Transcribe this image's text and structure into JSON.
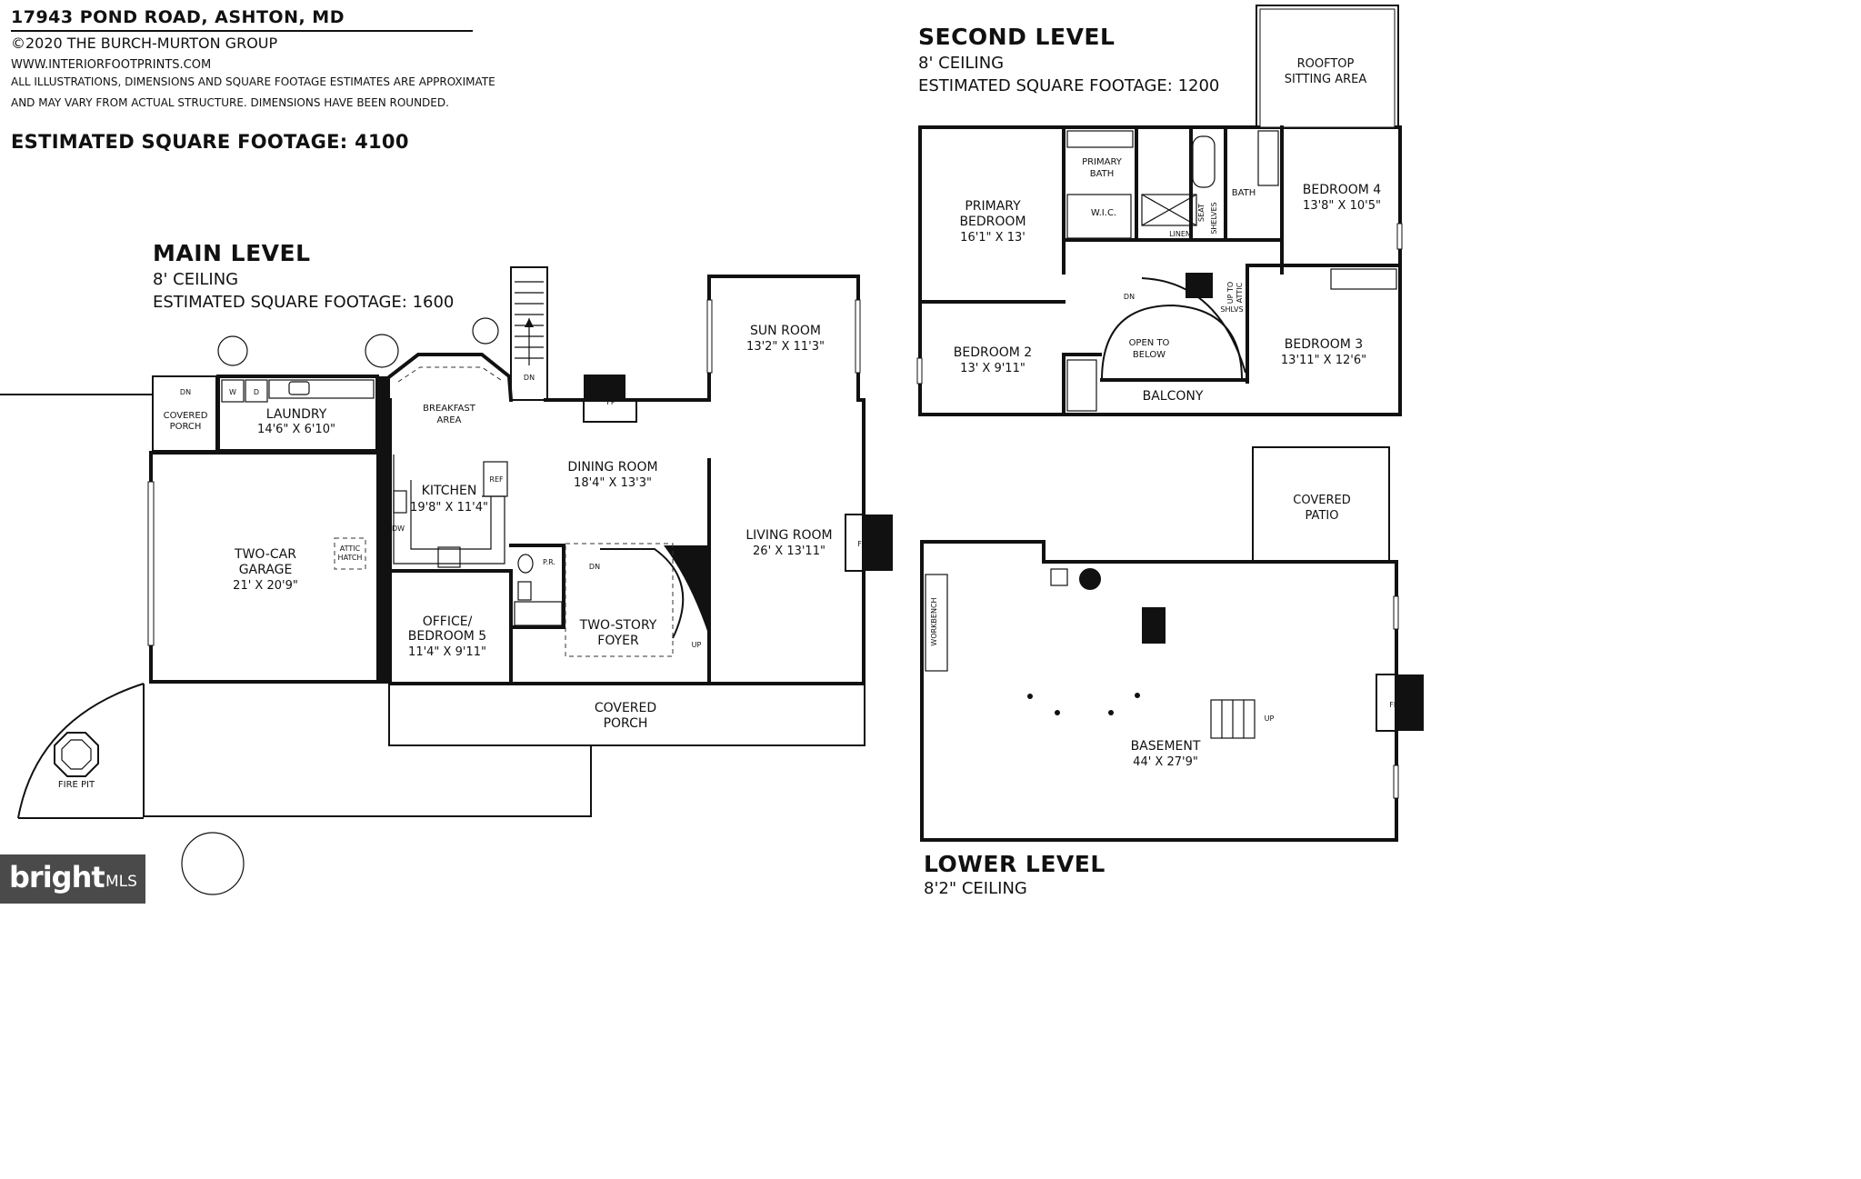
{
  "header": {
    "address": "17943 POND ROAD, ASHTON, MD",
    "copyright": "©2020 THE BURCH-MURTON GROUP",
    "website": "WWW.INTERIORFOOTPRINTS.COM",
    "disclaimer_1": "ALL ILLUSTRATIONS, DIMENSIONS AND SQUARE FOOTAGE ESTIMATES ARE APPROXIMATE",
    "disclaimer_2": "AND MAY VARY FROM ACTUAL STRUCTURE. DIMENSIONS HAVE BEEN ROUNDED.",
    "total_sqft": "ESTIMATED SQUARE FOOTAGE: 4100"
  },
  "main_level": {
    "title": "MAIN LEVEL",
    "ceiling": "8' CEILING",
    "sqft": "ESTIMATED SQUARE FOOTAGE: 1600",
    "rooms": {
      "covered_porch_side": [
        "COVERED",
        "PORCH"
      ],
      "laundry": [
        "LAUNDRY",
        "14'6\" X 6'10\""
      ],
      "breakfast": [
        "BREAKFAST",
        "AREA"
      ],
      "kitchen": [
        "KITCHEN",
        "19'8\" X 11'4\""
      ],
      "garage": [
        "TWO-CAR",
        "GARAGE",
        "21' X 20'9\""
      ],
      "attic_hatch": [
        "ATTIC",
        "HATCH"
      ],
      "office": [
        "OFFICE/",
        "BEDROOM 5",
        "11'4\" X 9'11\""
      ],
      "dining": [
        "DINING ROOM",
        "18'4\" X 13'3\""
      ],
      "foyer": [
        "TWO-STORY",
        "FOYER"
      ],
      "sun_room": [
        "SUN ROOM",
        "13'2\" X 11'3\""
      ],
      "living": [
        "LIVING ROOM",
        "26' X 13'11\""
      ],
      "covered_porch_front": [
        "COVERED",
        "PORCH"
      ],
      "fire_pit": "FIRE PIT"
    },
    "labels": {
      "dn": "DN",
      "up": "UP",
      "fp": "FP",
      "washer": "W",
      "dryer": "D",
      "ref": "REF",
      "dw": "DW",
      "pr": "P.R."
    }
  },
  "second_level": {
    "title": "SECOND LEVEL",
    "ceiling": "8' CEILING",
    "sqft": "ESTIMATED SQUARE FOOTAGE: 1200",
    "rooms": {
      "rooftop": [
        "ROOFTOP",
        "SITTING AREA"
      ],
      "primary_bedroom": [
        "PRIMARY",
        "BEDROOM",
        "16'1\" X 13'"
      ],
      "primary_bath": [
        "PRIMARY",
        "BATH"
      ],
      "wic": "W.I.C.",
      "linen": "LINEN",
      "seat": "SEAT",
      "shelves": "SHELVES",
      "bath": "BATH",
      "bedroom_4": [
        "BEDROOM 4",
        "13'8\" X 10'5\""
      ],
      "bedroom_2": [
        "BEDROOM 2",
        "13' X 9'11\""
      ],
      "open_below": [
        "OPEN TO",
        "BELOW"
      ],
      "bedroom_3": [
        "BEDROOM 3",
        "13'11\" X 12'6\""
      ],
      "balcony": "BALCONY",
      "up_to_attic": [
        "UP TO",
        "ATTIC"
      ],
      "shlvs": "SHLVS"
    }
  },
  "lower_level": {
    "title": "LOWER LEVEL",
    "ceiling": "8'2\" CEILING",
    "rooms": {
      "covered_patio": [
        "COVERED",
        "PATIO"
      ],
      "basement": [
        "BASEMENT",
        "44' X 27'9\""
      ],
      "workbench": "WORKBENCH"
    }
  },
  "branding": {
    "logo_word": "bright",
    "logo_suffix": "MLS"
  }
}
